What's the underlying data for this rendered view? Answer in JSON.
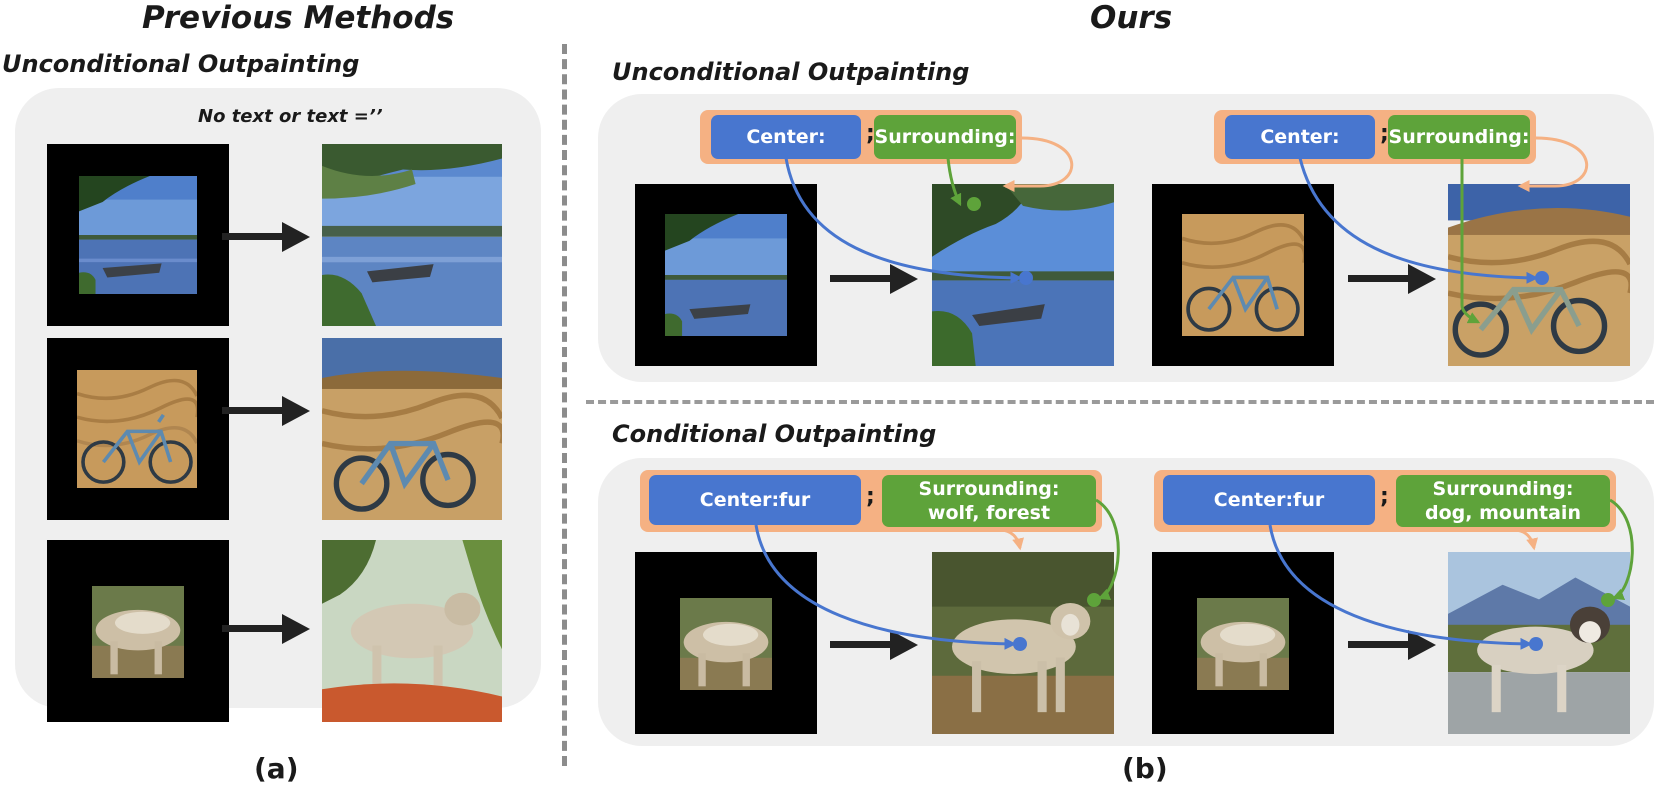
{
  "left": {
    "title": "Previous Methods",
    "section": "Unconditional Outpainting",
    "note": "No text or text =’’",
    "label": "(a)"
  },
  "right": {
    "title": "Ours",
    "section_uncond": "Unconditional Outpainting",
    "section_cond": "Conditional Outpainting",
    "label": "(b)"
  },
  "prompts": {
    "uncond_1": {
      "center": "Center:",
      "sep": ";",
      "surrounding": "Surrounding:"
    },
    "uncond_2": {
      "center": "Center:",
      "sep": ";",
      "surrounding": "Surrounding:"
    },
    "cond_1": {
      "center": "Center:fur",
      "sep": ";",
      "surrounding": "Surrounding:\nwolf, forest"
    },
    "cond_2": {
      "center": "Center:fur",
      "sep": ";",
      "surrounding": "Surrounding:\ndog, mountain"
    }
  },
  "colors": {
    "center_chip": "#4876cf",
    "surrounding_chip": "#5ea33a",
    "prompt_border": "#f5b183",
    "panel_bg": "#efefef",
    "arrow": "#222222"
  },
  "icons": {
    "process_arrow": "right-arrow-icon"
  }
}
